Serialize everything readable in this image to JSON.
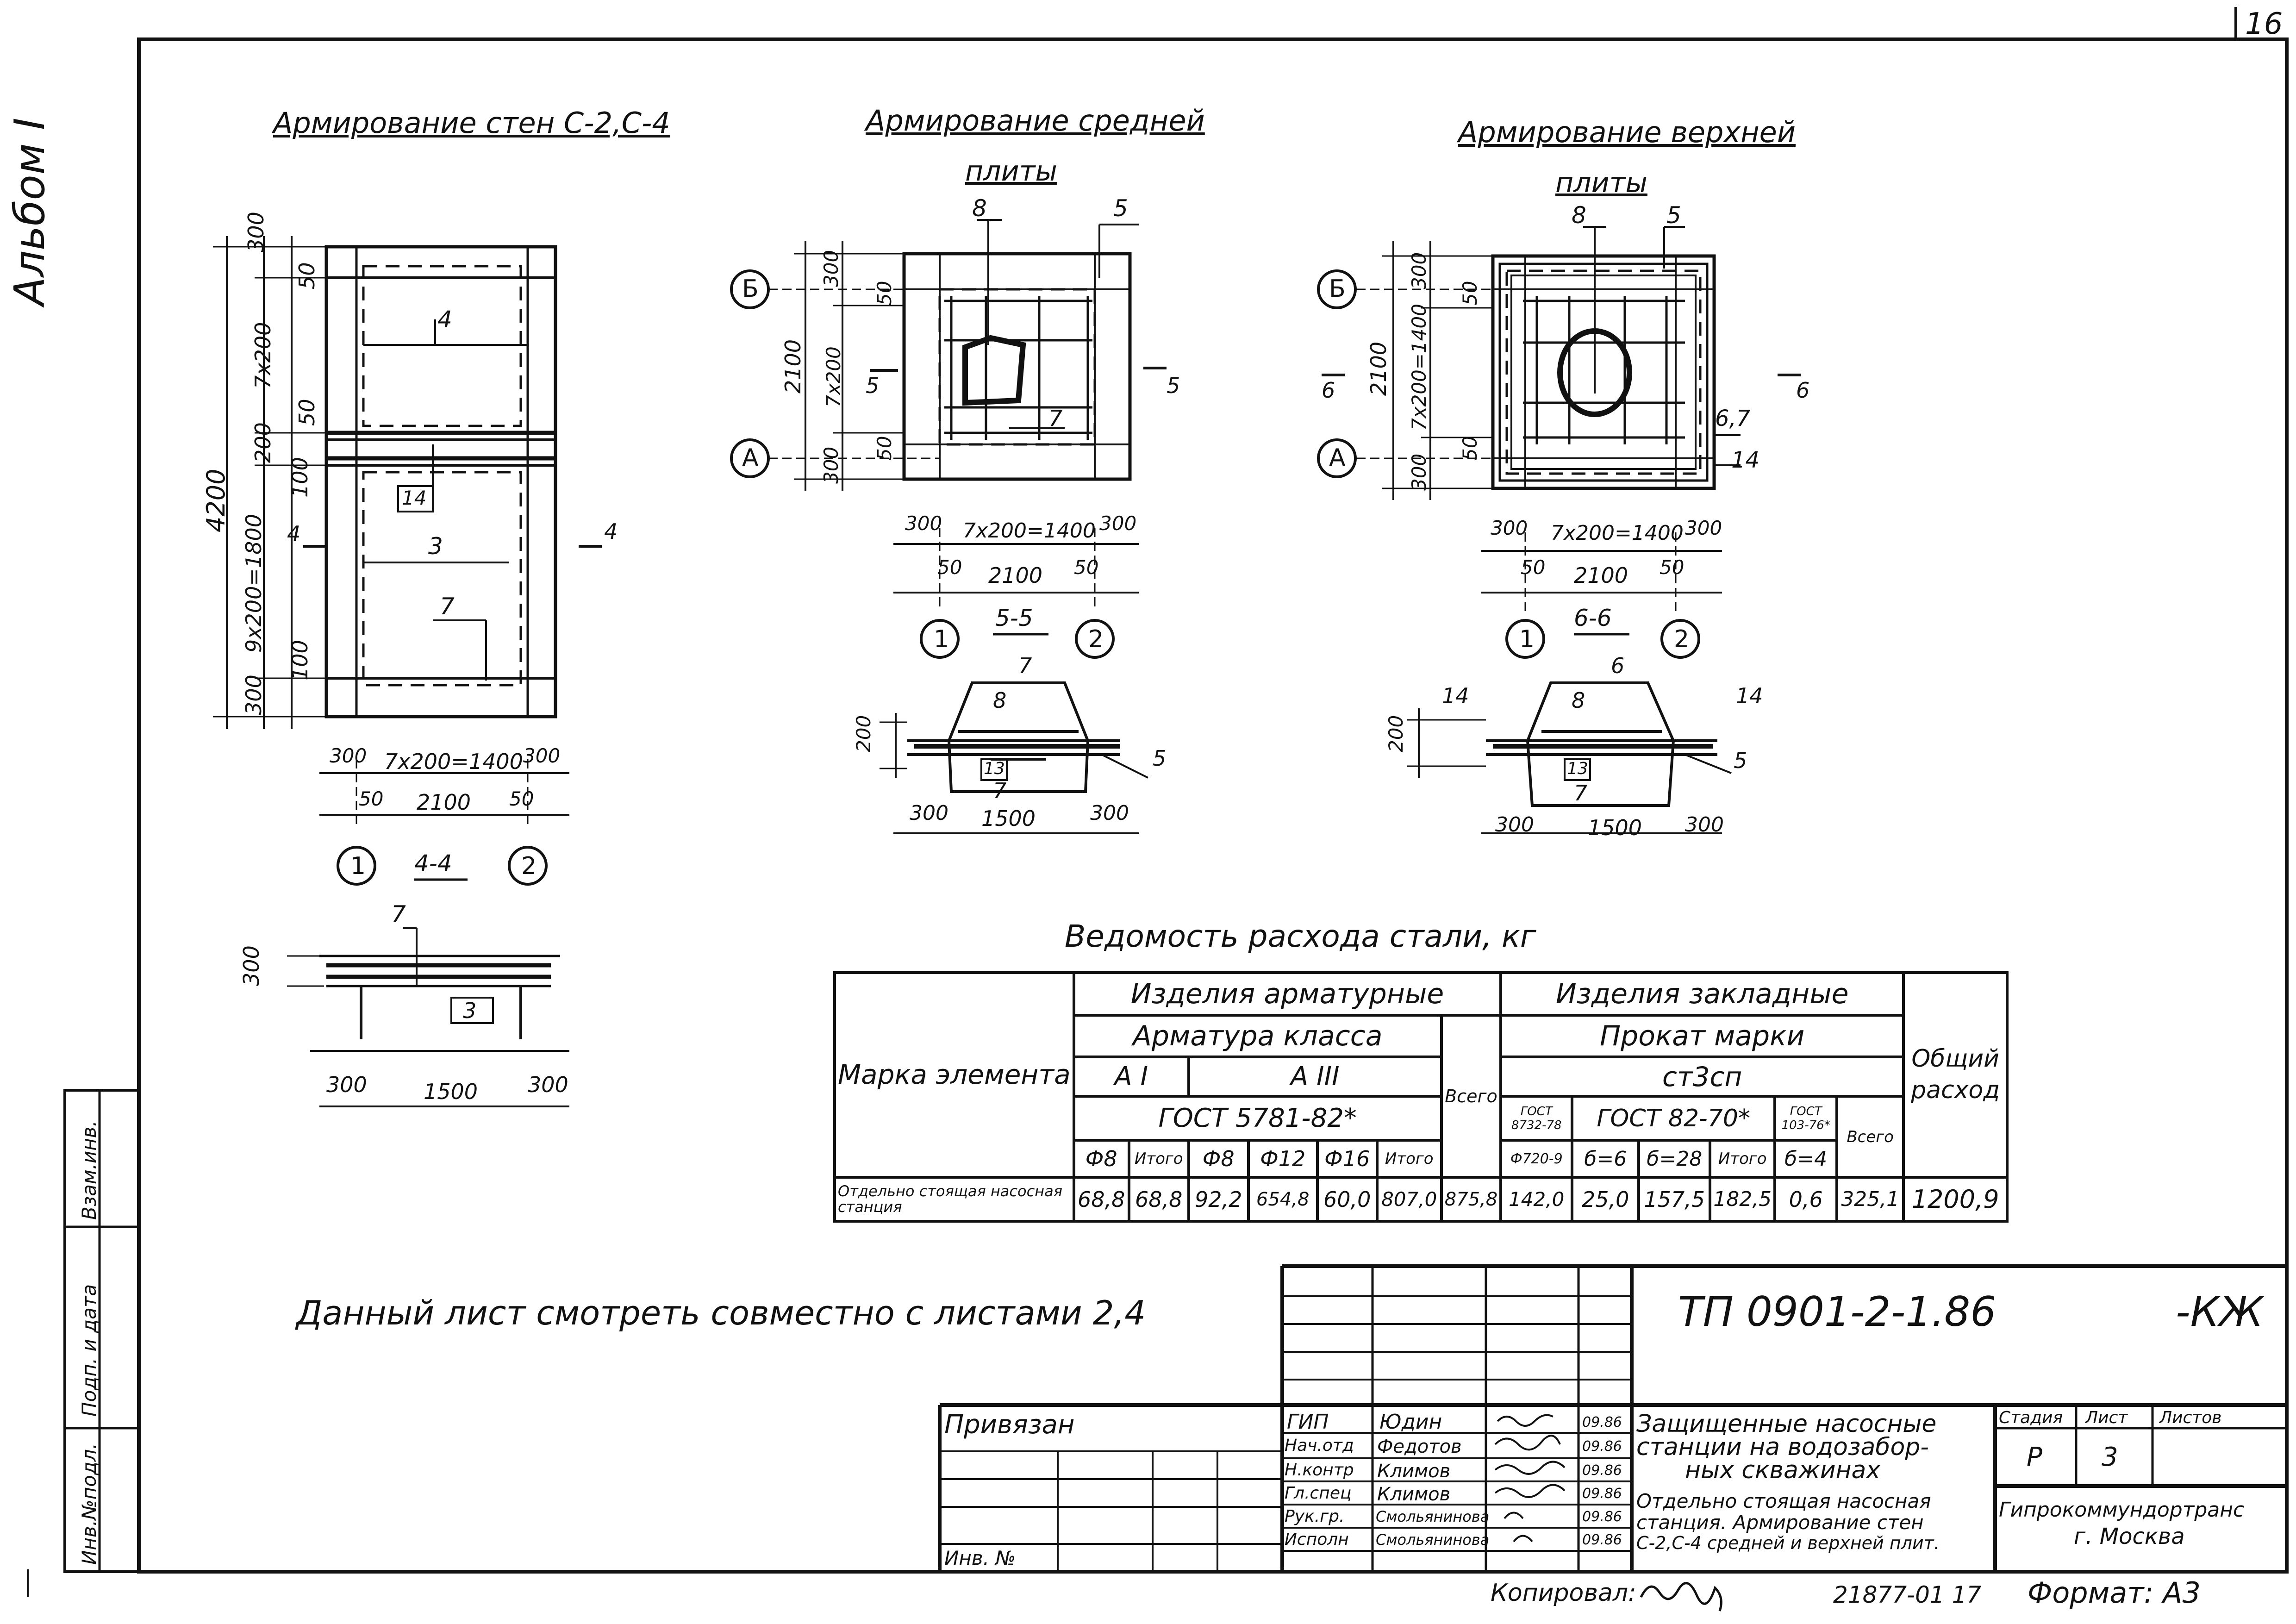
{
  "sheet_number": "16",
  "album": "Альбом I",
  "side_stamp": {
    "inv": "Инв.№подл.",
    "sign": "Подп. и дата",
    "vzam": "Взам.инв."
  },
  "view_walls": {
    "title": "Армирование стен С-2,С-4",
    "dims": [
      "300",
      "50",
      "7x200",
      "50",
      "200",
      "100",
      "9x200=1800",
      "100",
      "300",
      "4200"
    ],
    "marks": [
      "4",
      "14",
      "3",
      "7"
    ],
    "section_mark": "4",
    "bottom_dims": [
      "300",
      "7x200=1400",
      "300",
      "50",
      "2100",
      "50"
    ],
    "axes": [
      "1",
      "2"
    ],
    "section_label": "4-4",
    "section_dims": [
      "300",
      "1500",
      "300",
      "300"
    ],
    "section_marks": [
      "7",
      "3"
    ]
  },
  "view_middle": {
    "title_line1": "Армирование средней",
    "title_line2": "плиты",
    "marks": [
      "8",
      "5",
      "7"
    ],
    "axes_left": [
      "Б",
      "А"
    ],
    "dims_left": [
      "300",
      "50",
      "2100",
      "7x200",
      "50",
      "300"
    ],
    "section_mark": "5",
    "bottom_dims": [
      "300",
      "7x200=1400",
      "300",
      "50",
      "2100",
      "50"
    ],
    "axes": [
      "1",
      "2"
    ],
    "section_label": "5-5",
    "section_marks": [
      "7",
      "8",
      "13",
      "7",
      "5"
    ],
    "section_dims": [
      "200",
      "300",
      "1500",
      "300"
    ]
  },
  "view_top": {
    "title_line1": "Армирование верхней",
    "title_line2": "плиты",
    "marks": [
      "8",
      "5",
      "6,7",
      "14"
    ],
    "axes_left": [
      "Б",
      "А"
    ],
    "dims_left": [
      "300",
      "50",
      "2100",
      "7x200=1400",
      "50",
      "300"
    ],
    "section_mark": "6",
    "bottom_dims": [
      "300",
      "7x200=1400",
      "300",
      "50",
      "2100",
      "50"
    ],
    "axes": [
      "1",
      "2"
    ],
    "section_label": "6-6",
    "section_marks": [
      "6",
      "14",
      "8",
      "14",
      "13",
      "7",
      "5"
    ],
    "section_dims": [
      "200",
      "300",
      "1500",
      "300"
    ]
  },
  "spec_table": {
    "title": "Ведомость расхода стали, кг",
    "h_armature_products": "Изделия арматурные",
    "h_embedded_products": "Изделия закладные",
    "h_armature_class": "Арматура класса",
    "h_rolled_grade": "Прокат марки",
    "h_grade_value": "ст3сп",
    "h_element_mark": "Марка элемента",
    "h_total_all": "Общий расход",
    "h_class_ai": "А I",
    "h_class_aiii": "А III",
    "h_gost_5781": "ГОСТ 5781-82*",
    "h_vsego": "Всего",
    "h_gost_8732": "ГОСТ 8732-78",
    "h_gost_82": "ГОСТ 82-70*",
    "h_gost_103": "ГОСТ 103-76*",
    "h_vsego2": "Всего",
    "sub": [
      "Ф8",
      "Итого",
      "Ф8",
      "Ф12",
      "Ф16",
      "Итого",
      "Ф720-9",
      "б=6",
      "б=28",
      "Итого",
      "б=4"
    ],
    "row_name": "Отдельно стоящая насосная станция",
    "row_values": [
      "68,8",
      "68,8",
      "92,2",
      "654,8",
      "60,0",
      "807,0",
      "875,8",
      "142,0",
      "25,0",
      "157,5",
      "182,5",
      "0,6",
      "325,1",
      "1200,9"
    ]
  },
  "note": "Данный лист смотреть совместно с листами 2,4",
  "title_block": {
    "code": "ТП   0901-2-1.86",
    "code_suffix": "-КЖ",
    "privyazan": "Привязан",
    "inv_no": "Инв. №",
    "roles": [
      "ГИП",
      "Нач.отд",
      "Н.контр",
      "Гл.спец",
      "Рук.гр.",
      "Исполн"
    ],
    "names": [
      "Юдин",
      "Федотов",
      "Климов",
      "Климов",
      "Смольянинова",
      "Смольянинова"
    ],
    "dates": [
      "09.86",
      "09.86",
      "09.86",
      "09.86",
      "09.86",
      "09.86"
    ],
    "project_name": [
      "Защищенные насосные",
      "станции на водозабор-",
      "ных скважинах"
    ],
    "sheet_title": [
      "Отдельно стоящая насосная",
      "станция. Армирование стен",
      "С-2,С-4 средней и верхней плит."
    ],
    "stage_label": "Стадия",
    "sheet_label": "Лист",
    "sheets_label": "Листов",
    "stage": "Р",
    "sheet": "3",
    "org": [
      "Гипрокоммундортранс",
      "г. Москва"
    ],
    "copied": "Копировал:",
    "order_no": "21877-01  17",
    "format": "Формат: А3"
  }
}
